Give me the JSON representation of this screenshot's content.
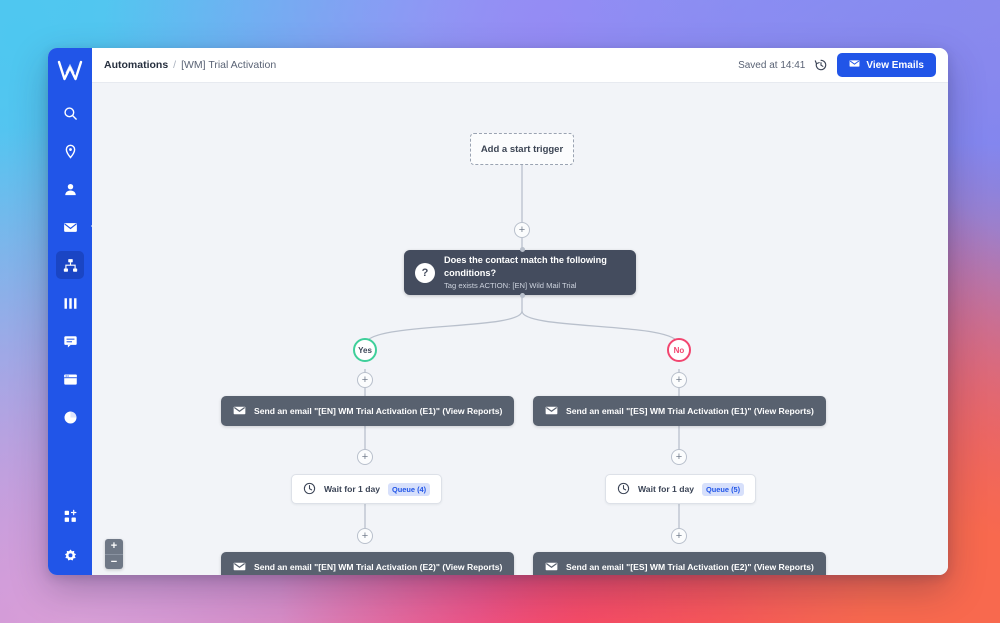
{
  "app": {
    "logo_alt": "wildmail-logo"
  },
  "sidebar": {
    "items": [
      {
        "name": "search",
        "icon": "search-icon",
        "active": false
      },
      {
        "name": "location",
        "icon": "pin-icon",
        "active": false
      },
      {
        "name": "contacts",
        "icon": "person-icon",
        "active": false
      },
      {
        "name": "campaigns",
        "icon": "envelope-icon",
        "active": false
      },
      {
        "name": "automations",
        "icon": "sitemap-icon",
        "active": true
      },
      {
        "name": "lists",
        "icon": "columns-icon",
        "active": false
      },
      {
        "name": "chat",
        "icon": "chat-icon",
        "active": false
      },
      {
        "name": "pages",
        "icon": "browser-icon",
        "active": false
      },
      {
        "name": "reports",
        "icon": "pie-chart-icon",
        "active": false
      }
    ],
    "bottom_items": [
      {
        "name": "apps",
        "icon": "grid-plus-icon"
      },
      {
        "name": "settings",
        "icon": "gear-icon"
      }
    ]
  },
  "header": {
    "breadcrumb_root": "Automations",
    "breadcrumb_separator": "/",
    "breadcrumb_current": "[WM] Trial Activation",
    "saved_status": "Saved at 14:41",
    "history_icon": "history-clock-icon",
    "view_emails_label": "View Emails",
    "view_emails_icon": "envelope-icon",
    "accent_color": "#2155e8"
  },
  "canvas": {
    "zoom_in_label": "+",
    "zoom_out_label": "−",
    "add_step_label": "+"
  },
  "flow": {
    "start": {
      "label": "Add a start trigger"
    },
    "condition": {
      "badge": "?",
      "title": "Does the contact match the following conditions?",
      "subtitle": "Tag exists ACTION: [EN] Wild Mail Trial"
    },
    "branches": [
      {
        "label": "Yes",
        "color": "#3ecf9a",
        "steps": [
          {
            "type": "email",
            "label": "Send an email \"[EN] WM Trial Activation (E1)\" (View Reports)",
            "icon": "envelope-icon"
          },
          {
            "type": "wait",
            "label": "Wait for 1 day",
            "badge": "Queue (4)",
            "icon": "clock-icon"
          },
          {
            "type": "email",
            "label": "Send an email \"[EN] WM Trial Activation (E2)\" (View Reports)",
            "icon": "envelope-icon"
          }
        ]
      },
      {
        "label": "No",
        "color": "#f2456f",
        "steps": [
          {
            "type": "email",
            "label": "Send an email \"[ES] WM Trial Activation (E1)\" (View Reports)",
            "icon": "envelope-icon"
          },
          {
            "type": "wait",
            "label": "Wait for 1 day",
            "badge": "Queue (5)",
            "icon": "clock-icon"
          },
          {
            "type": "email",
            "label": "Send an email \"[ES] WM Trial Activation (E2)\" (View Reports)",
            "icon": "envelope-icon"
          }
        ]
      }
    ]
  }
}
